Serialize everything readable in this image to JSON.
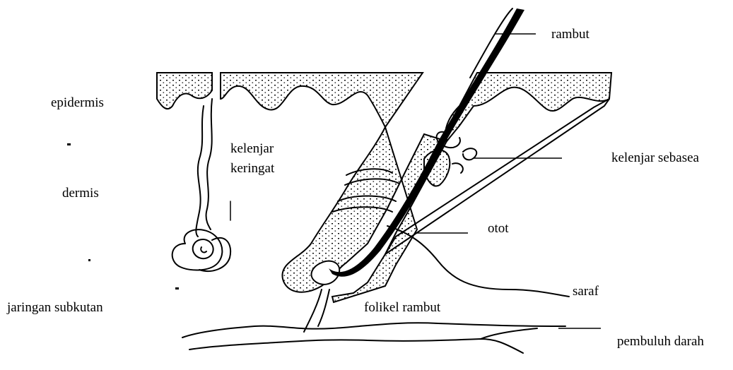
{
  "labels": {
    "rambut": "rambut",
    "epidermis": "epidermis",
    "kelenjar_keringat_1": "kelenjar",
    "kelenjar_keringat_2": "keringat",
    "kelenjar_sebasea": "kelenjar sebasea",
    "dermis": "dermis",
    "otot": "otot",
    "jaringan_subkutan": "jaringan subkutan",
    "saraf": "saraf",
    "folikel_rambut": "folikel rambut",
    "pembuluh_darah": "pembuluh darah"
  },
  "colors": {
    "ink": "#000000",
    "background": "#ffffff"
  }
}
